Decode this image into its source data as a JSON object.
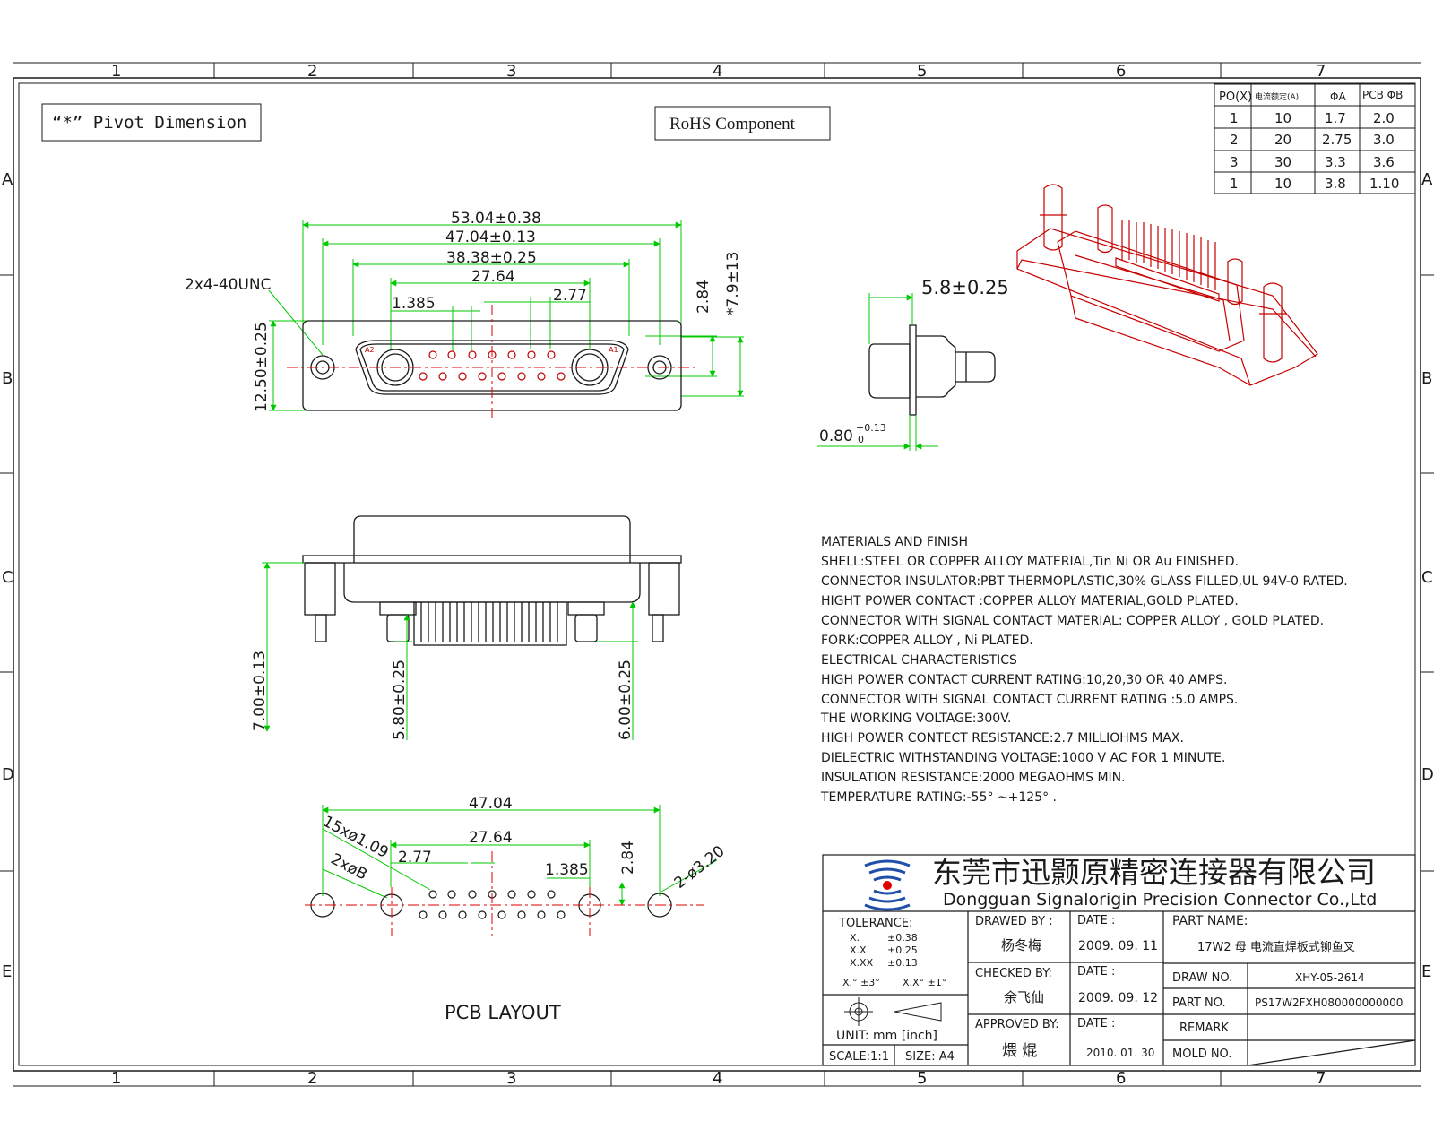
{
  "border": {
    "columns": [
      "1",
      "2",
      "3",
      "4",
      "5",
      "6",
      "7"
    ],
    "rows": [
      "A",
      "B",
      "C",
      "D",
      "E"
    ]
  },
  "notes": {
    "pivot_dimension": "“*” Pivot Dimension",
    "rohs": "RoHS  Component"
  },
  "po_table": {
    "headers": [
      "PO(X)",
      "电流额定(A)",
      "ΦA",
      "PCB ΦB"
    ],
    "rows": [
      [
        "1",
        "10",
        "1.7",
        "2.0"
      ],
      [
        "2",
        "20",
        "2.75",
        "3.0"
      ],
      [
        "3",
        "30",
        "3.3",
        "3.6"
      ],
      [
        "1",
        "10",
        "3.8",
        "1.10"
      ]
    ]
  },
  "front_view": {
    "dims": {
      "overall": "53.04±0.38",
      "mount": "47.04±0.13",
      "shell": "38.38±0.25",
      "power": "27.64",
      "pitch": "2.77",
      "half_pitch": "1.385",
      "thread": "2x4-40UNC",
      "height": "12.50±0.25",
      "shell_h": "2.84",
      "pivot_h": "*7.9±13"
    },
    "pin_labels": {
      "a1": "A1",
      "a2": "A2"
    }
  },
  "side_view": {
    "depth": "5.8±0.25",
    "flange": "0.80",
    "flange_tol_upper": "+0.13",
    "flange_tol_lower": "0"
  },
  "bottom_view": {
    "left": "7.00±0.13",
    "mid": "5.80±0.25",
    "right": "6.00±0.25"
  },
  "pcb_layout": {
    "title": "PCB  LAYOUT",
    "overall": "47.04",
    "power": "27.64",
    "pitch": "2.77",
    "half_pitch": "1.385",
    "signal_holes": "15xø1.09",
    "power_holes": "2xøB",
    "mount_holes": "2-ø3.20",
    "row_spacing": "2.84"
  },
  "specs": {
    "lines": [
      "MATERIALS AND  FINISH",
      "SHELL:STEEL OR COPPER ALLOY MATERIAL,Tin Ni OR Au FINISHED.",
      "CONNECTOR INSULATOR:PBT THERMOPLASTIC,30% GLASS FILLED,UL 94V-0 RATED.",
      "HIGHT POWER CONTACT :COPPER ALLOY MATERIAL,GOLD PLATED.",
      "CONNECTOR WITH SIGNAL CONTACT MATERIAL: COPPER ALLOY , GOLD PLATED.",
      "FORK:COPPER ALLOY ,  Ni PLATED.",
      "ELECTRICAL CHARACTERISTICS",
      "HIGH POWER CONTACT CURRENT RATING:10,20,30 OR 40 AMPS.",
      "CONNECTOR WITH SIGNAL CONTACT CURRENT RATING :5.0 AMPS.",
      "THE WORKING VOLTAGE:300V.",
      "HIGH POWER CONTECT RESISTANCE:2.7 MILLIOHMS MAX.",
      "DIELECTRIC WITHSTANDING VOLTAGE:1000 V AC FOR 1 MINUTE.",
      "INSULATION RESISTANCE:2000 MEGAOHMS MIN.",
      "TEMPERATURE RATING:-55° ~+125° ."
    ]
  },
  "title_block": {
    "company_cn": "东莞市迅颢原精密连接器有限公司",
    "company_en": "Dongguan Signalorigin Precision Connector Co.,Ltd",
    "tolerance_label": "TOLERANCE:",
    "tol_rows": [
      [
        "X.",
        "±0.38"
      ],
      [
        "X.X",
        "±0.25"
      ],
      [
        "X.XX",
        "±0.13"
      ]
    ],
    "angle_tol_1": "X.° ±3°",
    "angle_tol_2": "X.X° ±1°",
    "unit": "UNIT: mm [inch]",
    "scale": "SCALE:1:1",
    "size": "SIZE: A4",
    "drawn_by_label": "DRAWED BY :",
    "drawn_by": "杨冬梅",
    "checked_by_label": "CHECKED BY:",
    "checked_by": "余飞仙",
    "approved_by_label": "APPROVED BY:",
    "approved_by": "煨 焜",
    "date_label": "DATE :",
    "date_drawn": "2009. 09. 11",
    "date_checked": "2009. 09. 12",
    "date_approved": "2010. 01. 30",
    "part_name_label": "PART NAME:",
    "part_name": "17W2 母 电流直焊板式铆鱼叉",
    "draw_no_label": "DRAW NO.",
    "draw_no": "XHY-05-2614",
    "part_no_label": "PART NO.",
    "part_no": "PS17W2FXH080000000000",
    "remark_label": "REMARK",
    "mold_no_label": "MOLD NO."
  },
  "colors": {
    "frame": "#1a1a1a",
    "outline": "#1a1a1a",
    "dimension": "#00c800",
    "centerline": "#e00000",
    "iso_view": "#c80000",
    "logo": "#1f4fa8"
  }
}
